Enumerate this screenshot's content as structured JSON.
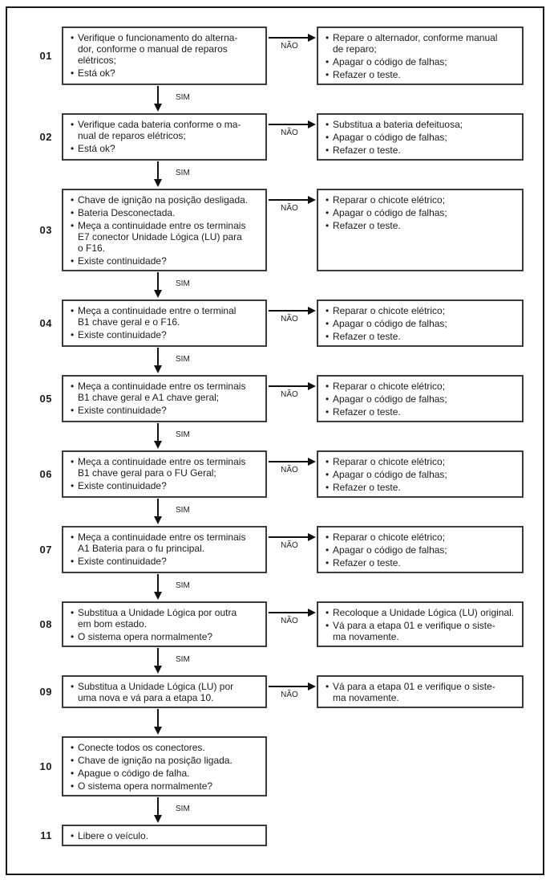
{
  "figure": {
    "bullet": "•",
    "colors": {
      "outer_border": "#1a1a1a",
      "box_border": "#3c3c3c",
      "arrow": "#111111",
      "background": "#ffffff"
    },
    "steps": [
      {
        "number": "01",
        "left": [
          {
            "lines": [
              "Verifique o funcionamento do alterna-",
              "dor, conforme o manual de reparos",
              "elétricos;"
            ]
          },
          {
            "lines": [
              "Está ok?"
            ]
          }
        ],
        "no_label": "NÃO",
        "right": [
          {
            "lines": [
              "Repare o alternador, conforme manual",
              "de reparo;"
            ]
          },
          {
            "lines": [
              "Apagar o código de falhas;"
            ]
          },
          {
            "lines": [
              "Refazer o teste."
            ]
          }
        ],
        "down_label": "SIM"
      },
      {
        "number": "02",
        "left": [
          {
            "lines": [
              "Verifique cada bateria conforme o ma-",
              "nual de reparos elétricos;"
            ]
          },
          {
            "lines": [
              "Está ok?"
            ]
          }
        ],
        "no_label": "NÃO",
        "right": [
          {
            "lines": [
              "Substitua a bateria defeituosa;"
            ]
          },
          {
            "lines": [
              "Apagar o código de falhas;"
            ]
          },
          {
            "lines": [
              "Refazer o teste."
            ]
          }
        ],
        "down_label": "SIM"
      },
      {
        "number": "03",
        "left": [
          {
            "lines": [
              "Chave de ignição na posição desligada."
            ]
          },
          {
            "lines": [
              "Bateria Desconectada."
            ]
          },
          {
            "lines": [
              "Meça a continuidade entre os terminais",
              "E7 conector Unidade Lógica (LU) para",
              "o F16."
            ]
          },
          {
            "lines": [
              "Existe continuidade?"
            ]
          }
        ],
        "no_label": "NÃO",
        "right": [
          {
            "lines": [
              "Reparar o chicote elétrico;"
            ]
          },
          {
            "lines": [
              "Apagar o código de falhas;"
            ]
          },
          {
            "lines": [
              "Refazer o teste."
            ]
          }
        ],
        "down_label": "SIM"
      },
      {
        "number": "04",
        "left": [
          {
            "lines": [
              "Meça a continuidade entre o terminal",
              "B1 chave geral e o F16."
            ]
          },
          {
            "lines": [
              "Existe continuidade?"
            ]
          }
        ],
        "no_label": "NÃO",
        "right": [
          {
            "lines": [
              "Reparar o chicote elétrico;"
            ]
          },
          {
            "lines": [
              "Apagar o código de falhas;"
            ]
          },
          {
            "lines": [
              "Refazer o teste."
            ]
          }
        ],
        "down_label": "SIM"
      },
      {
        "number": "05",
        "left": [
          {
            "lines": [
              "Meça a continuidade entre os terminais",
              "B1 chave geral e A1 chave geral;"
            ]
          },
          {
            "lines": [
              "Existe continuidade?"
            ]
          }
        ],
        "no_label": "NÃO",
        "right": [
          {
            "lines": [
              "Reparar o chicote elétrico;"
            ]
          },
          {
            "lines": [
              "Apagar o código de falhas;"
            ]
          },
          {
            "lines": [
              "Refazer o teste."
            ]
          }
        ],
        "down_label": "SIM"
      },
      {
        "number": "06",
        "left": [
          {
            "lines": [
              "Meça a continuidade entre os terminais",
              "B1 chave geral para o FU Geral;"
            ]
          },
          {
            "lines": [
              "Existe continuidade?"
            ]
          }
        ],
        "no_label": "NÃO",
        "right": [
          {
            "lines": [
              "Reparar o chicote elétrico;"
            ]
          },
          {
            "lines": [
              "Apagar o código de falhas;"
            ]
          },
          {
            "lines": [
              "Refazer o teste."
            ]
          }
        ],
        "down_label": "SIM"
      },
      {
        "number": "07",
        "left": [
          {
            "lines": [
              "Meça a continuidade entre os terminais",
              "A1 Bateria para o fu principal."
            ]
          },
          {
            "lines": [
              "Existe continuidade?"
            ]
          }
        ],
        "no_label": "NÃO",
        "right": [
          {
            "lines": [
              "Reparar o chicote elétrico;"
            ]
          },
          {
            "lines": [
              "Apagar o código de falhas;"
            ]
          },
          {
            "lines": [
              "Refazer o teste."
            ]
          }
        ],
        "down_label": "SIM"
      },
      {
        "number": "08",
        "left": [
          {
            "lines": [
              "Substitua a Unidade Lógica por outra",
              "em bom estado."
            ]
          },
          {
            "lines": [
              "O sistema opera normalmente?"
            ]
          }
        ],
        "no_label": "NÃO",
        "right": [
          {
            "lines": [
              "Recoloque a Unidade Lógica (LU) original."
            ]
          },
          {
            "lines": [
              "Vá para a etapa 01 e verifique o siste-",
              "ma novamente."
            ]
          }
        ],
        "down_label": "SIM"
      },
      {
        "number": "09",
        "left": [
          {
            "lines": [
              "Substitua a Unidade Lógica (LU) por",
              "uma nova e vá para a etapa 10."
            ]
          }
        ],
        "no_label": "NÃO",
        "right": [
          {
            "lines": [
              "Vá para a etapa 01 e verifique o siste-",
              "ma novamente."
            ]
          }
        ],
        "down_label": ""
      },
      {
        "number": "10",
        "left": [
          {
            "lines": [
              "Conecte todos os conectores."
            ]
          },
          {
            "lines": [
              "Chave de ignição na posição ligada."
            ]
          },
          {
            "lines": [
              "Apague o código de falha."
            ]
          },
          {
            "lines": [
              "O sistema opera normalmente?"
            ]
          }
        ],
        "no_label": null,
        "right": null,
        "down_label": "SIM"
      },
      {
        "number": "11",
        "left": [
          {
            "lines": [
              "Libere o veículo."
            ]
          }
        ],
        "no_label": null,
        "right": null,
        "down_label": null
      }
    ]
  }
}
